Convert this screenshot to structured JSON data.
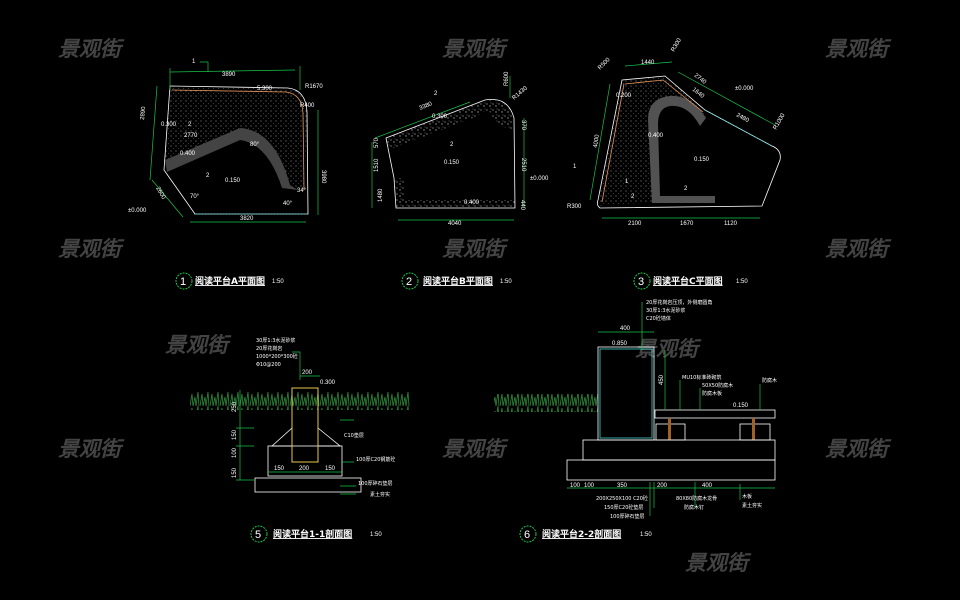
{
  "watermark": "景观街",
  "colors": {
    "background": "#000000",
    "dimension": "#19c34a",
    "outline": "#ffffff",
    "edge": "#e8965a",
    "grass": "#2e8b3a"
  },
  "plans": [
    {
      "number": "1",
      "title": "阅读平台A平面图",
      "scale": "1:50",
      "dims": [
        "3890",
        "5.300",
        "R1670",
        "R400",
        "2890",
        "0.300",
        "2770",
        "0.400",
        "0.150",
        "2600",
        "±0.000",
        "3820",
        "3980",
        "1",
        "2",
        "2",
        "80°",
        "70°",
        "40°",
        "34°"
      ]
    },
    {
      "number": "2",
      "title": "阅读平台B平面图",
      "scale": "1:50",
      "dims": [
        "3380",
        "R600",
        "R1430",
        "0.300",
        "0.150",
        "570",
        "1510",
        "1480",
        "2510",
        "370",
        "±0.000",
        "0.400",
        "440",
        "4040",
        "2",
        "2"
      ]
    },
    {
      "number": "3",
      "title": "阅读平台C平面图",
      "scale": "1:50",
      "dims": [
        "1440",
        "R500",
        "R300",
        "2740",
        "1640",
        "±0.000",
        "2480",
        "0.200",
        "0.400",
        "0.150",
        "4000",
        "R300",
        "2100",
        "1670",
        "1120",
        "R1000",
        "1",
        "1",
        "2",
        "2"
      ]
    }
  ],
  "sections": [
    {
      "number": "5",
      "title": "阅读平台1-1剖面图",
      "scale": "1:50",
      "dims": [
        "200",
        "0.300",
        "250",
        "150",
        "100",
        "150",
        "150",
        "200",
        "150"
      ],
      "callouts": [
        "30厚1:3水泥砂浆",
        "20厚花岗岩",
        "1000*200*300砼",
        "Φ10@200",
        "C10垫层",
        "100厚C20钢筋砼",
        "100厚碎石垫层",
        "素土夯实"
      ]
    },
    {
      "number": "6",
      "title": "阅读平台2-2剖面图",
      "scale": "1:50",
      "dims": [
        "400",
        "0.850",
        "450",
        "0.150",
        "100",
        "100",
        "350",
        "200",
        "400"
      ],
      "callouts": [
        "20厚花岗岩压顶，外侧磨圆角",
        "30厚1:3水泥砂浆",
        "C20砼墙体",
        "MU10标准砖砌筑",
        "50X50防腐木",
        "防腐木板",
        "防腐木",
        "200X250X100 C20砼",
        "150厚C20砼垫层",
        "100厚碎石垫层",
        "80X80防腐木龙骨",
        "防腐木钉",
        "木板",
        "素土夯实"
      ]
    }
  ]
}
